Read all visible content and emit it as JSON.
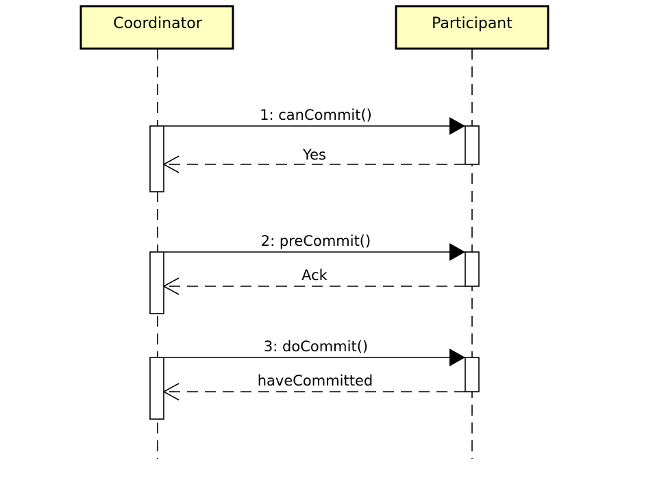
{
  "colors": {
    "participant_fill": "#ffffc0",
    "line": "#000000",
    "activation_fill": "#ffffff"
  },
  "participants": [
    {
      "id": "coordinator",
      "label": "Coordinator"
    },
    {
      "id": "participant",
      "label": "Participant"
    }
  ],
  "messages": [
    {
      "id": "m1",
      "label": "1: canCommit()",
      "kind": "synchronous-call",
      "from": "coordinator",
      "to": "participant"
    },
    {
      "id": "r1",
      "label": "Yes",
      "kind": "reply",
      "from": "participant",
      "to": "coordinator"
    },
    {
      "id": "m2",
      "label": "2: preCommit()",
      "kind": "synchronous-call",
      "from": "coordinator",
      "to": "participant"
    },
    {
      "id": "r2",
      "label": "Ack",
      "kind": "reply",
      "from": "participant",
      "to": "coordinator"
    },
    {
      "id": "m3",
      "label": "3: doCommit()",
      "kind": "synchronous-call",
      "from": "coordinator",
      "to": "participant"
    },
    {
      "id": "r3",
      "label": "haveCommitted",
      "kind": "reply",
      "from": "participant",
      "to": "coordinator"
    }
  ]
}
